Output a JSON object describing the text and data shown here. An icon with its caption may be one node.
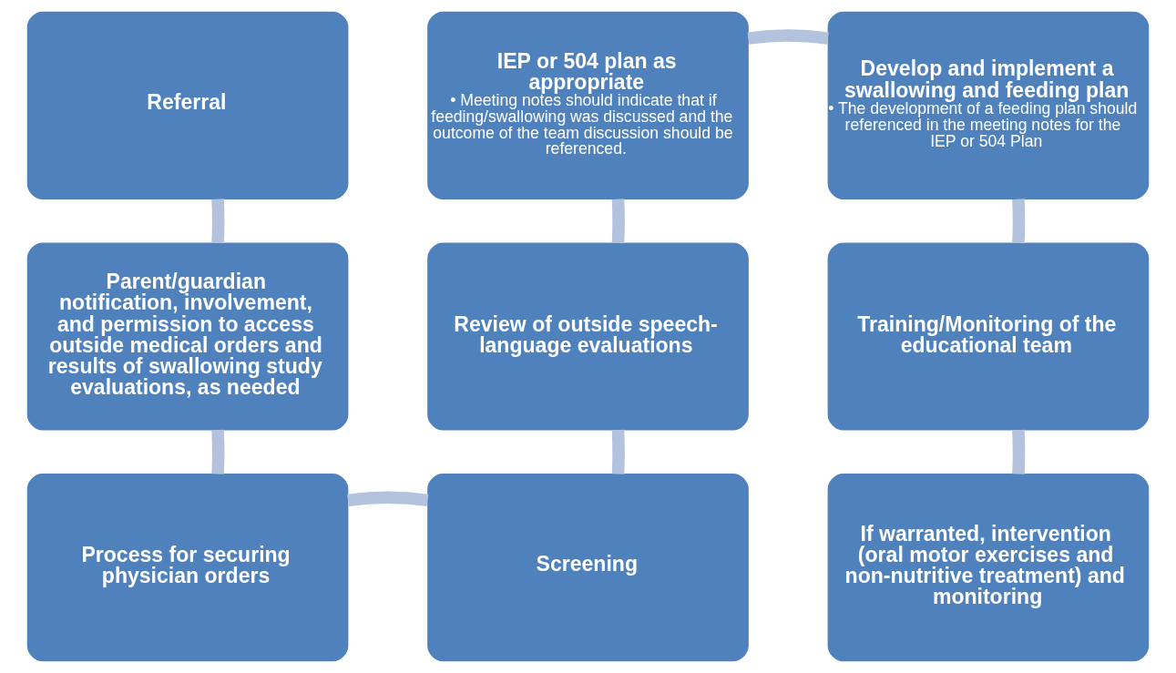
{
  "diagram": {
    "nodes": [
      {
        "text": [
          "Referral"
        ]
      },
      {
        "text": [
          "Parent/guardian notification, involvement, and permission to access outside medical orders and results of swallowing study evaluations, as needed"
        ]
      },
      {
        "text": [
          "Process for securing physician orders"
        ]
      },
      {
        "text": [
          "Screening"
        ]
      },
      {
        "text": [
          "Review of outside speech-language evaluations"
        ]
      },
      {
        "text": [
          "IEP or 504 plan as appropriate",
          "• Meeting notes should indicate that if feeding/swallowing was discussed and the outcome of the team discussion should be referenced."
        ]
      },
      {
        "text": [
          "Develop and implement a swallowing and feeding plan",
          "• The development of a feeding plan should referenced in the meeting notes for the IEP or 504 Plan"
        ]
      },
      {
        "text": [
          "Training/Monitoring of the educational team"
        ]
      },
      {
        "text": [
          "If warranted, intervention (oral motor exercises and non-nutritive treatment) and monitoring"
        ]
      }
    ],
    "edges": [
      {
        "from": 0,
        "to": 1,
        "arrow": "none"
      },
      {
        "from": 1,
        "to": 2,
        "arrow": "none"
      },
      {
        "from": 2,
        "to": 3,
        "arrow": "none"
      },
      {
        "from": 3,
        "to": 4,
        "arrow": "none"
      },
      {
        "from": 4,
        "to": 5,
        "arrow": "none"
      },
      {
        "from": 5,
        "to": 6,
        "arrow": "none"
      },
      {
        "from": 6,
        "to": 7,
        "arrow": "none"
      },
      {
        "from": 7,
        "to": 8,
        "arrow": "none"
      }
    ]
  }
}
